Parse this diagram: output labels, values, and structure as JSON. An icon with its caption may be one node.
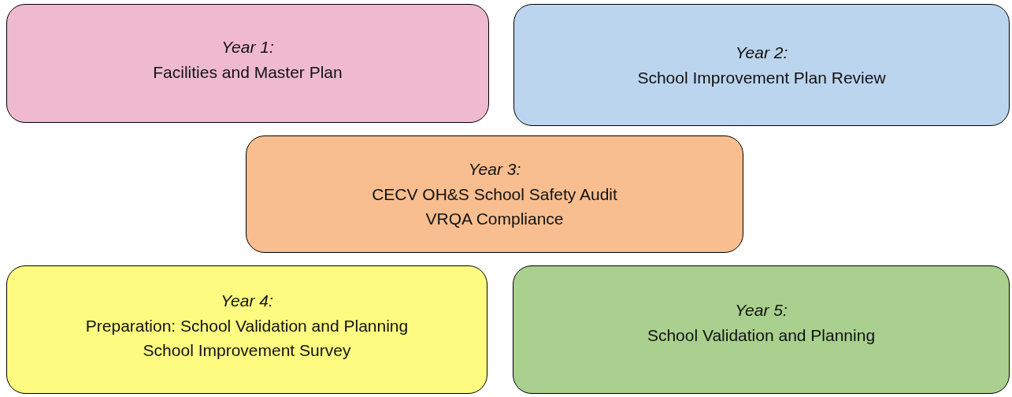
{
  "diagram": {
    "nodes": [
      {
        "text": [
          "Year 1:",
          "Facilities and Master Plan"
        ]
      },
      {
        "text": [
          "Year 2:",
          "School Improvement Plan Review"
        ]
      },
      {
        "text": [
          "Year 3:",
          "CECV OH&S School Safety Audit",
          "VRQA Compliance"
        ]
      },
      {
        "text": [
          "Year 4:",
          "Preparation: School Validation and Planning",
          "School Improvement Survey"
        ]
      },
      {
        "text": [
          "Year 5:",
          "School Validation and Planning"
        ]
      }
    ]
  }
}
